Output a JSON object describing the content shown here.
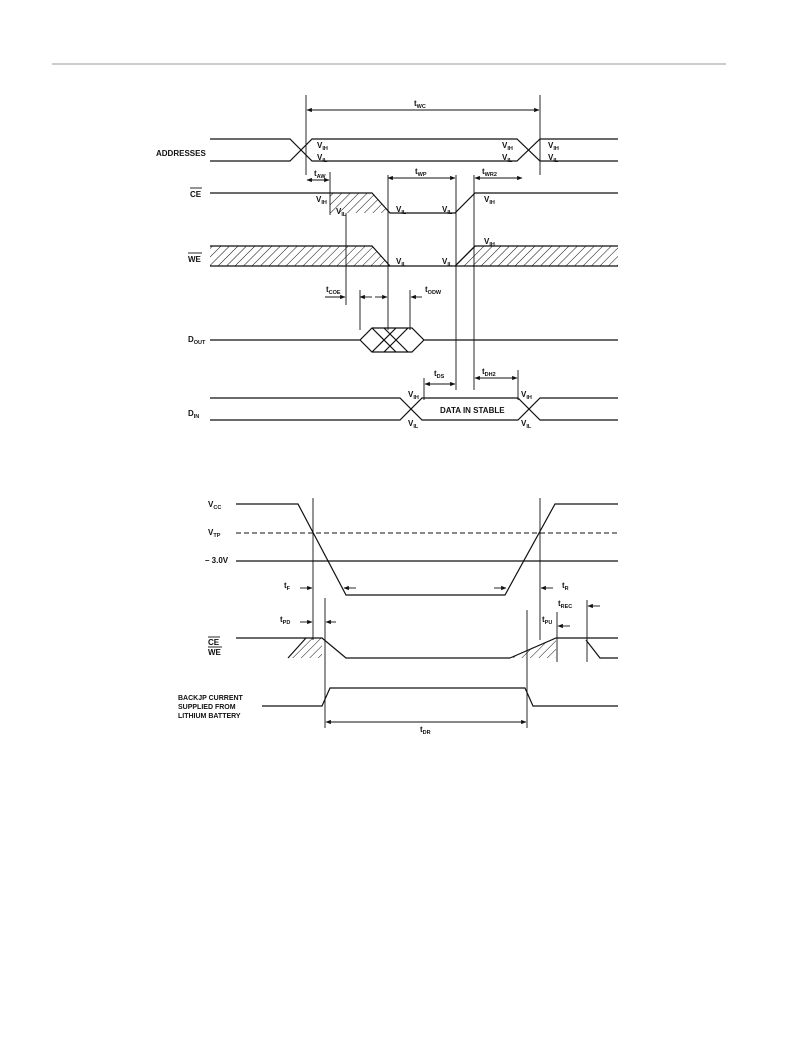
{
  "write_cycle": {
    "signals": [
      "ADDRESSES",
      "CE",
      "WE",
      "D",
      "D"
    ],
    "signal_subs": {
      "dout": "OUT",
      "din": "IN"
    },
    "timing": {
      "twc": {
        "main": "t",
        "sub": "WC"
      },
      "taw": {
        "main": "t",
        "sub": "AW"
      },
      "twp": {
        "main": "t",
        "sub": "WP"
      },
      "twr2": {
        "main": "t",
        "sub": "WR2"
      },
      "tcoe": {
        "main": "t",
        "sub": "COE"
      },
      "todw": {
        "main": "t",
        "sub": "ODW"
      },
      "tds": {
        "main": "t",
        "sub": "DS"
      },
      "tdh2": {
        "main": "t",
        "sub": "DH2"
      }
    },
    "levels": {
      "vih": {
        "main": "V",
        "sub": "IH"
      },
      "vil": {
        "main": "V",
        "sub": "IL"
      }
    },
    "data_label": "DATA IN STABLE"
  },
  "power_cycle": {
    "signals": {
      "vcc": {
        "main": "V",
        "sub": "CC"
      },
      "vtp": {
        "main": "V",
        "sub": "TP"
      },
      "v3": "– 3.0V",
      "ce": "CE",
      "we": "WE"
    },
    "timing": {
      "tf": {
        "main": "t",
        "sub": "F"
      },
      "tr": {
        "main": "t",
        "sub": "R"
      },
      "tpd": {
        "main": "t",
        "sub": "PD"
      },
      "trec": {
        "main": "t",
        "sub": "REC"
      },
      "tpu": {
        "main": "t",
        "sub": "PU"
      },
      "tdr": {
        "main": "t",
        "sub": "DR"
      }
    },
    "backup_label": [
      "BACKJP CURRENT",
      "SUPPLIED FROM",
      "LITHIUM BATTERY"
    ]
  }
}
